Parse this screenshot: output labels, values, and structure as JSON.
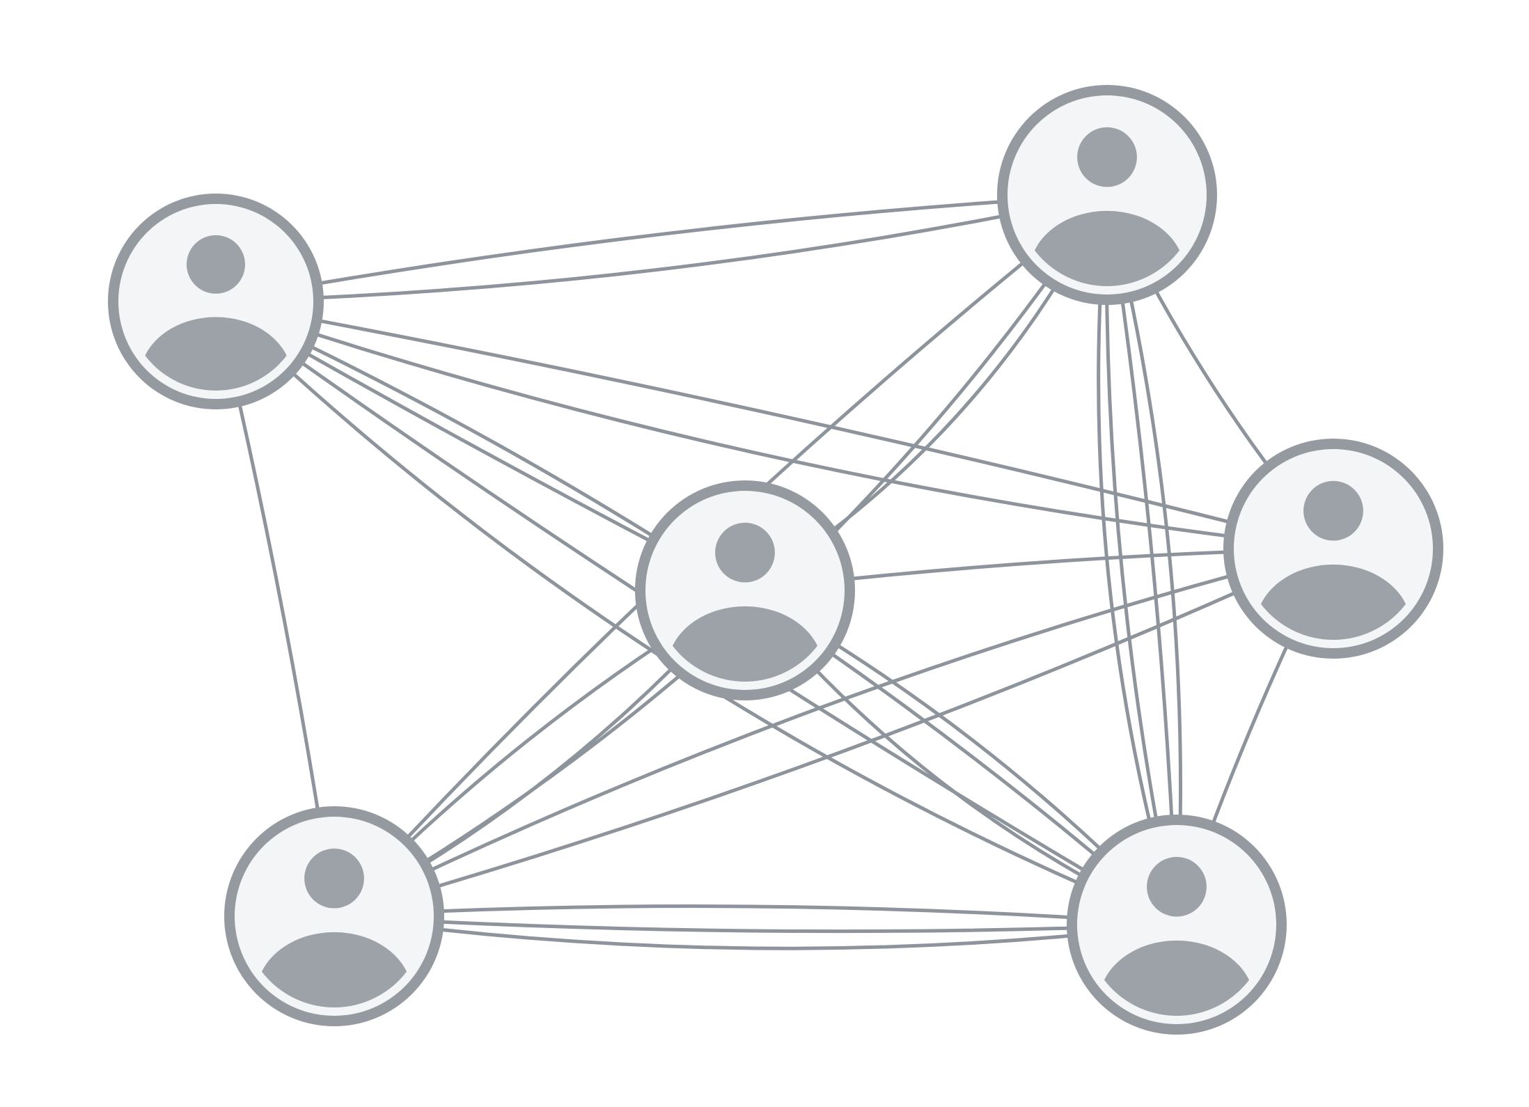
{
  "diagram": {
    "type": "network",
    "colors": {
      "background": "#ffffff",
      "line": "#8e949b",
      "avatar_fill": "#9da2a8",
      "avatar_ring": "#959aa1",
      "avatar_inner": "#f4f5f6"
    },
    "nodes": [
      {
        "id": "top-left",
        "icon": "user-avatar-icon"
      },
      {
        "id": "top-right",
        "icon": "user-avatar-icon"
      },
      {
        "id": "center",
        "icon": "user-avatar-icon"
      },
      {
        "id": "right",
        "icon": "user-avatar-icon"
      },
      {
        "id": "bottom-left",
        "icon": "user-avatar-icon"
      },
      {
        "id": "bottom-right",
        "icon": "user-avatar-icon"
      }
    ],
    "edges": [
      [
        "top-left",
        "top-right"
      ],
      [
        "top-left",
        "top-right"
      ],
      [
        "top-left",
        "right"
      ],
      [
        "top-left",
        "right"
      ],
      [
        "top-left",
        "center"
      ],
      [
        "top-left",
        "bottom-left"
      ],
      [
        "top-left",
        "bottom-right"
      ],
      [
        "top-left",
        "bottom-right"
      ],
      [
        "top-left",
        "bottom-right"
      ],
      [
        "top-right",
        "center"
      ],
      [
        "top-right",
        "bottom-left"
      ],
      [
        "top-right",
        "bottom-left"
      ],
      [
        "top-right",
        "right"
      ],
      [
        "top-right",
        "bottom-right"
      ],
      [
        "top-right",
        "bottom-right"
      ],
      [
        "top-right",
        "bottom-right"
      ],
      [
        "top-right",
        "bottom-right"
      ],
      [
        "center",
        "right"
      ],
      [
        "center",
        "bottom-left"
      ],
      [
        "center",
        "bottom-left"
      ],
      [
        "center",
        "bottom-right"
      ],
      [
        "center",
        "bottom-right"
      ],
      [
        "right",
        "bottom-left"
      ],
      [
        "right",
        "bottom-left"
      ],
      [
        "right",
        "bottom-right"
      ],
      [
        "bottom-left",
        "bottom-right"
      ],
      [
        "bottom-left",
        "bottom-right"
      ],
      [
        "bottom-left",
        "bottom-right"
      ]
    ]
  }
}
